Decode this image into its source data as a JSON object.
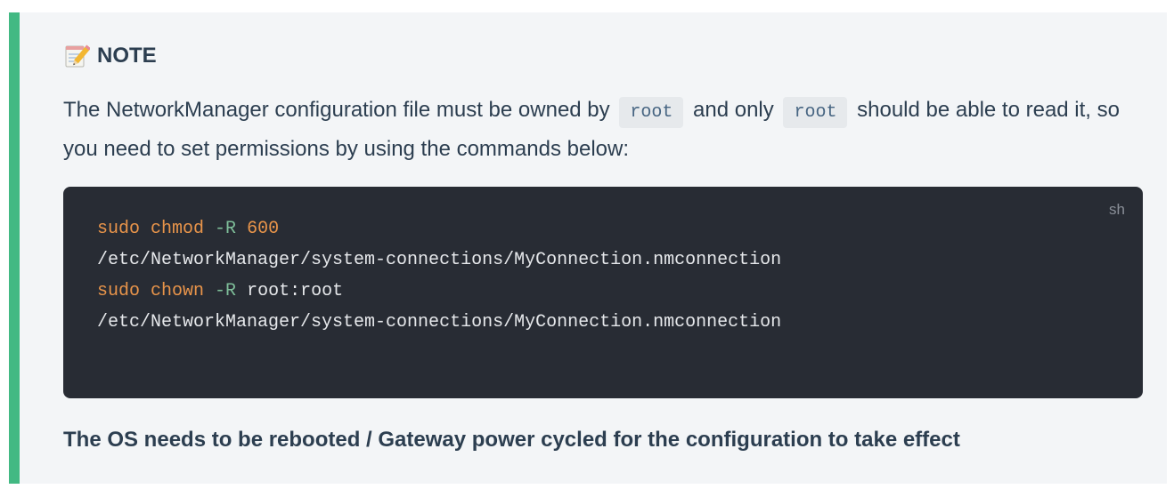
{
  "note": {
    "title": "NOTE",
    "icon": "memo-icon",
    "accent_color": "#42b983",
    "paragraph": {
      "part1": "The NetworkManager configuration file must be owned by",
      "code1": "root",
      "part2": "and only",
      "code2": "root",
      "part3": "should be able to read it, so you need to set permissions by using the commands below:"
    },
    "code_block": {
      "language": "sh",
      "lines": [
        {
          "cmd": "sudo chmod",
          "flag": "-R",
          "arg": "600"
        },
        {
          "text": "/etc/NetworkManager/system-connections/MyConnection.nmconnection"
        },
        {
          "cmd": "sudo chown",
          "flag": "-R",
          "arg": "root:root"
        },
        {
          "text": "/etc/NetworkManager/system-connections/MyConnection.nmconnection"
        }
      ]
    },
    "footer": "The OS needs to be rebooted / Gateway power cycled for the configuration to take effect"
  }
}
